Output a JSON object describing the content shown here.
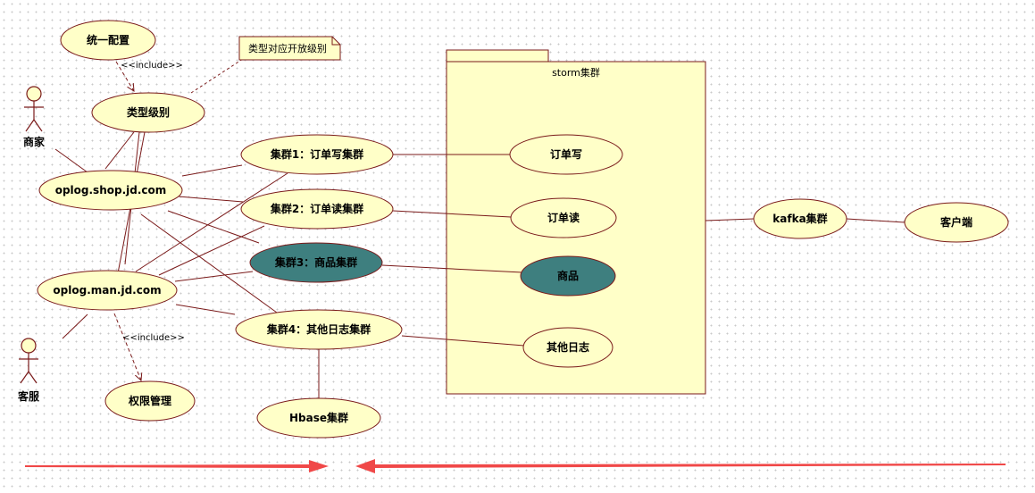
{
  "colors": {
    "usecase_fill": "#ffffc8",
    "usecase_highlight_fill": "#3e7f7f",
    "outline": "#7a1a1a",
    "arrow_red": "#f04848",
    "package_fill": "#ffffc8",
    "note_fill": "#ffffc8"
  },
  "actors": {
    "merchant": "商家",
    "customer_service": "客服"
  },
  "usecases": {
    "unified_config": "统一配置",
    "type_level": "类型级别",
    "oplog_shop": "oplog.shop.jd.com",
    "oplog_man": "oplog.man.jd.com",
    "cluster1": "集群1：订单写集群",
    "cluster2": "集群2：订单读集群",
    "cluster3": "集群3：商品集群",
    "cluster4": "集群4：其他日志集群",
    "permission": "权限管理",
    "hbase": "Hbase集群",
    "order_write": "订单写",
    "order_read": "订单读",
    "product": "商品",
    "other_logs": "其他日志",
    "kafka": "kafka集群",
    "client": "客户端"
  },
  "package": {
    "title": "storm集群"
  },
  "note": {
    "text": "类型对应开放级别"
  },
  "stereotypes": {
    "include_top": "<<include>>",
    "include_bottom": "<<include>>"
  },
  "bottom_arrows": {
    "left": "right-pointing-red-arrow",
    "right": "left-pointing-red-arrow"
  }
}
